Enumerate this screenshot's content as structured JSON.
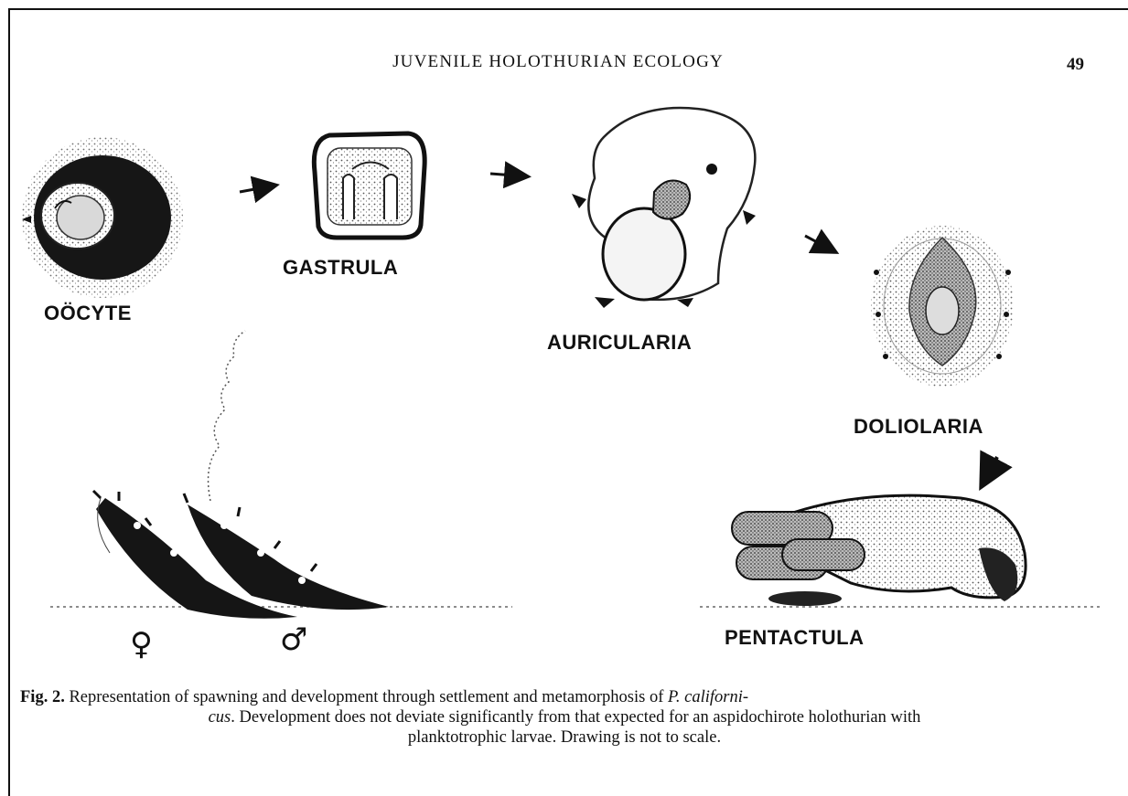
{
  "running_head": "JUVENILE HOLOTHURIAN ECOLOGY",
  "page_number": "49",
  "stages": {
    "oocyte": "OÖCYTE",
    "gastrula": "GASTRULA",
    "auricularia": "AURICULARIA",
    "doliolaria": "DOLIOLARIA",
    "pentactula": "PENTACTULA"
  },
  "symbols": {
    "female": "♀",
    "male": "♂"
  },
  "caption": {
    "label": "Fig. 2.",
    "text_before_species": "Representation of spawning and development through settlement and metamorphosis of",
    "species_part1": "P. californi-",
    "species_part2": "cus",
    "text_after_species": ". Development does not deviate significantly from that expected for an aspidochirote holothurian with",
    "line3": "planktotrophic larvae. Drawing is not to scale."
  }
}
